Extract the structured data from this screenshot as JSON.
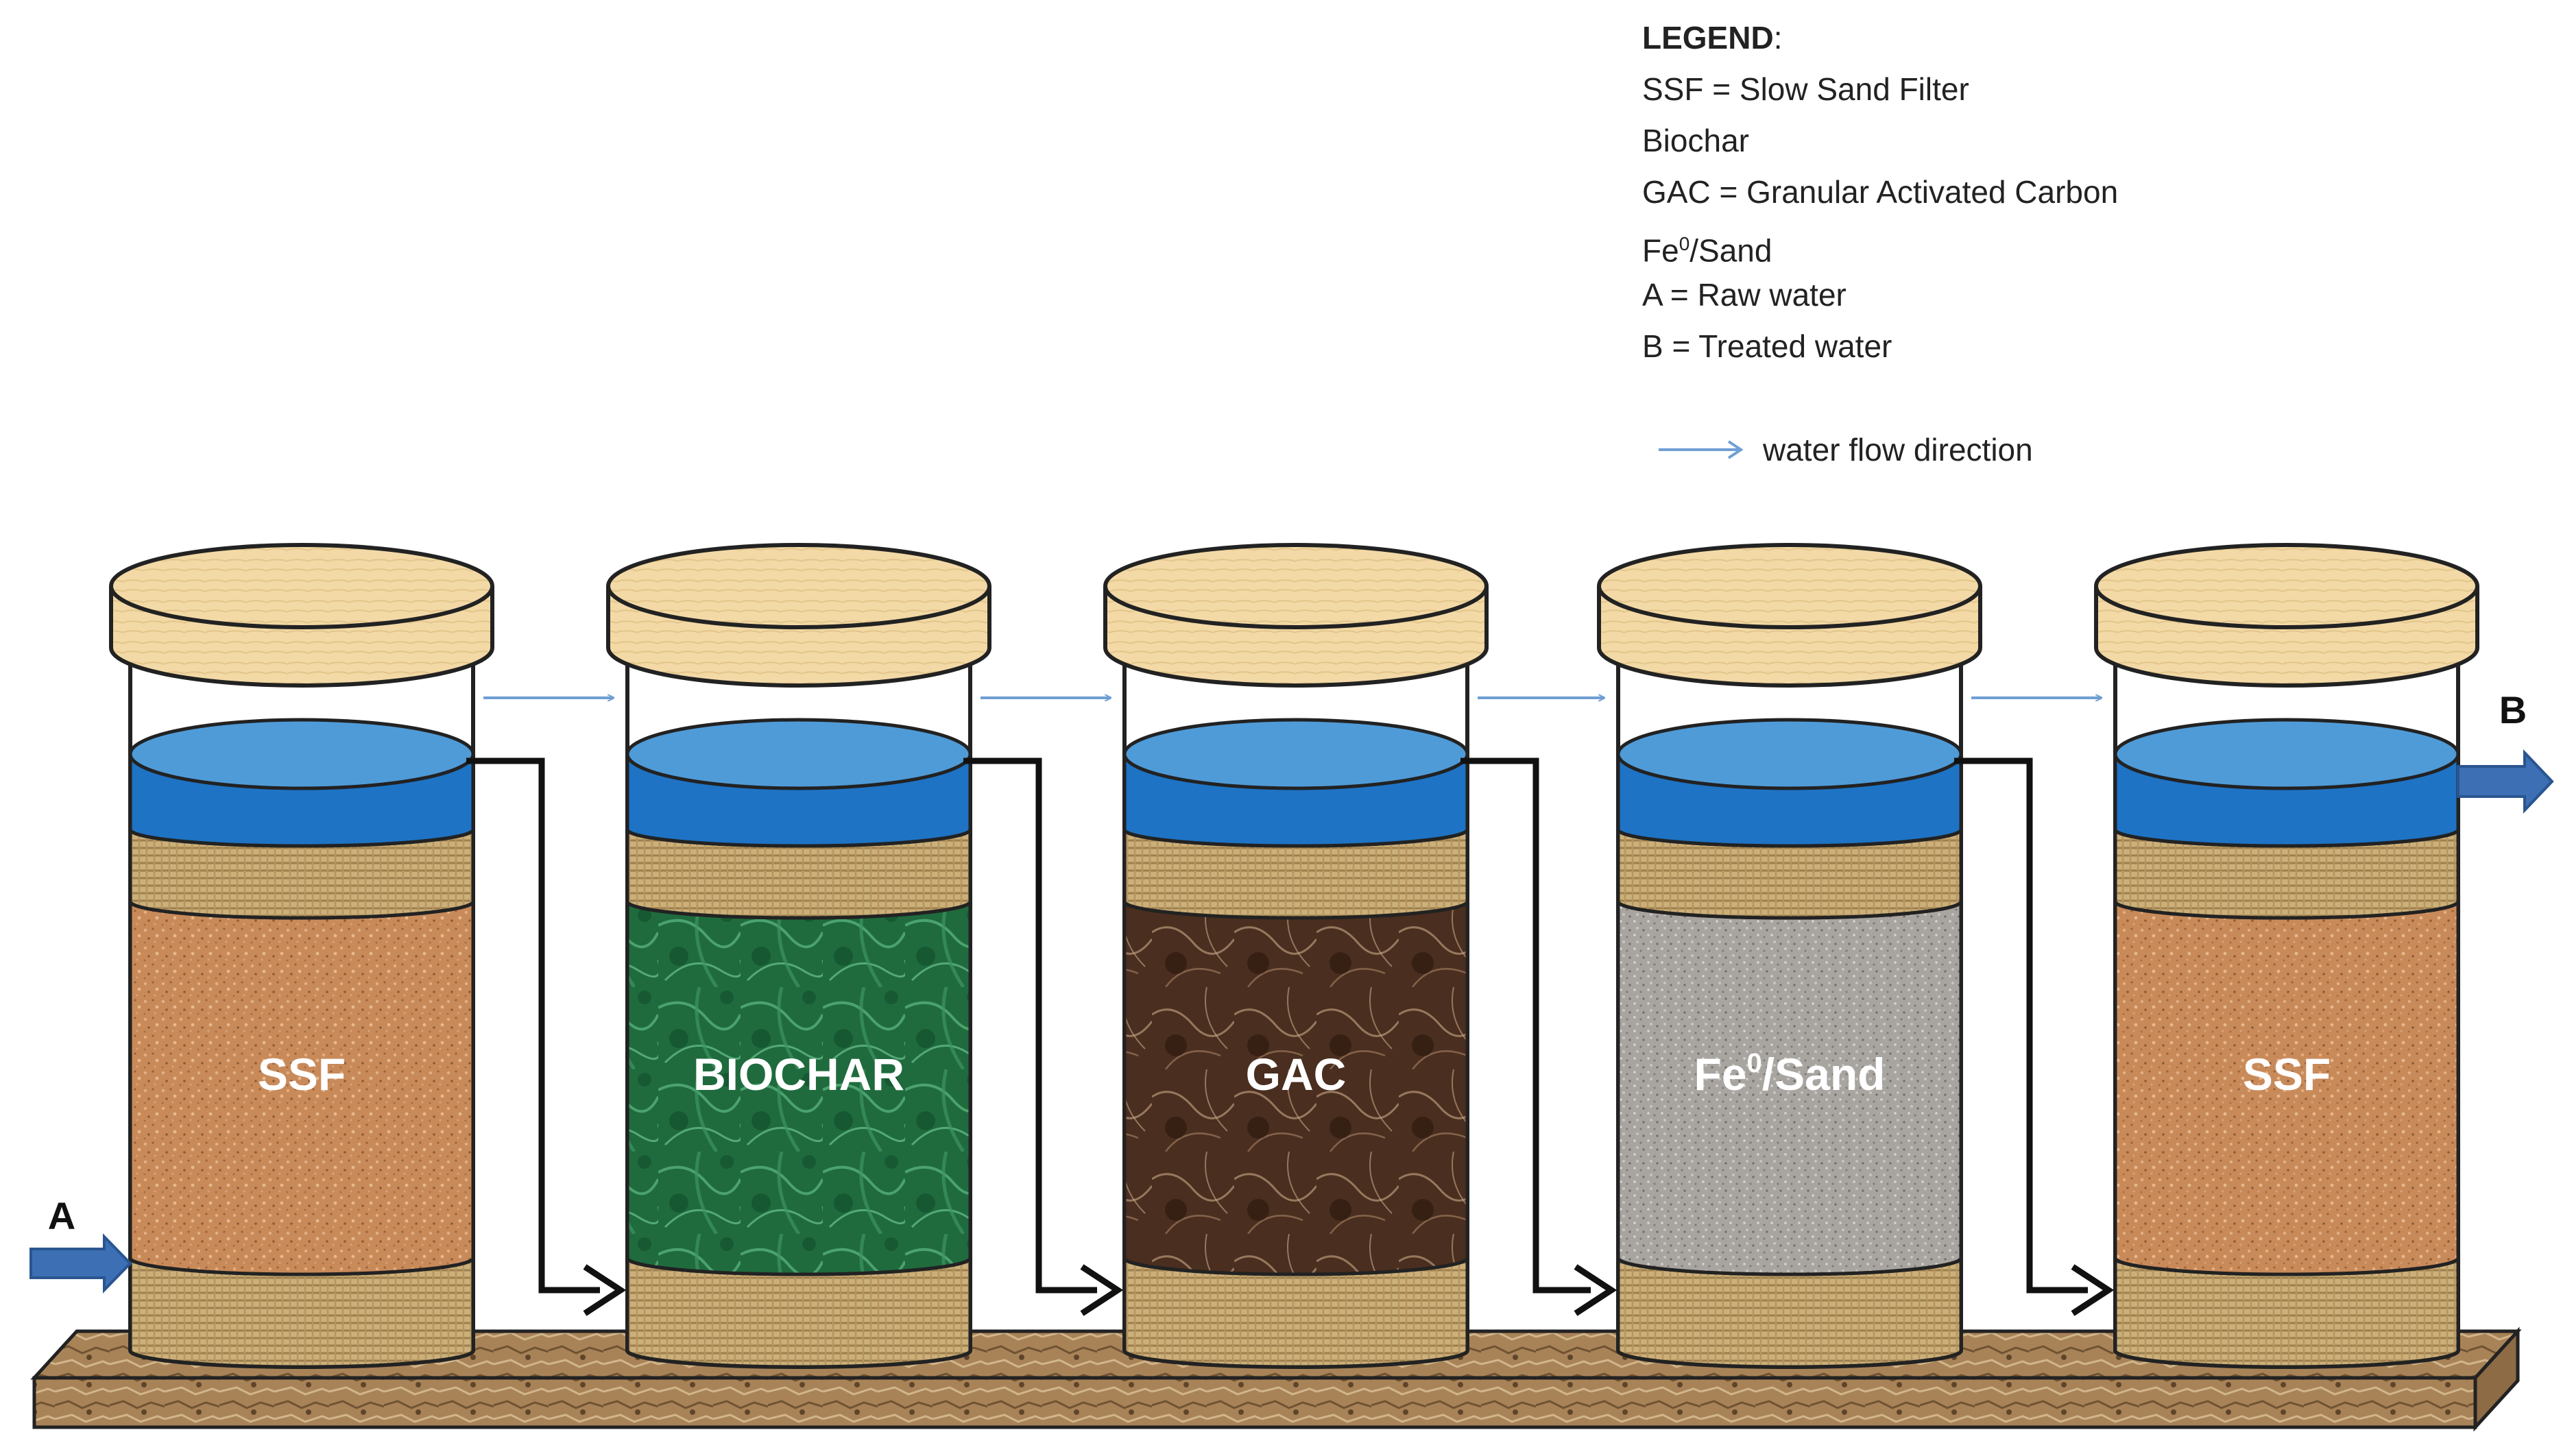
{
  "legend": {
    "title": "LEGEND",
    "items": [
      {
        "text": "SSF = Slow Sand Filter"
      },
      {
        "text": "Biochar"
      },
      {
        "text": "GAC = Granular Activated Carbon"
      },
      {
        "base": "Fe",
        "sup": "0",
        "rest": "/Sand"
      },
      {
        "text": "A = Raw water"
      },
      {
        "text": "B = Treated water"
      }
    ],
    "flow_label": "water flow direction"
  },
  "inlet_label": "A",
  "outlet_label": "B",
  "columns": [
    {
      "label": "SSF",
      "media": "sand"
    },
    {
      "label": "BIOCHAR",
      "media": "biochar"
    },
    {
      "label": "GAC",
      "media": "gac"
    },
    {
      "label_base": "Fe",
      "label_sup": "0",
      "label_rest": "/Sand",
      "media": "fe"
    },
    {
      "label": "SSF",
      "media": "sand"
    }
  ],
  "colors": {
    "water_top": "#4f9bd8",
    "water_band": "#1e73c4",
    "sand": "#c98a5a",
    "biochar": "#1f6b3e",
    "gac": "#4a2e1f",
    "fe": "#a8a4a0",
    "gravel": "#c9ad78",
    "lid": "#f2d9a6",
    "base": "#a98358",
    "flow_arrow": "#6f9fd4",
    "io_arrow": "#3c6fb3"
  }
}
